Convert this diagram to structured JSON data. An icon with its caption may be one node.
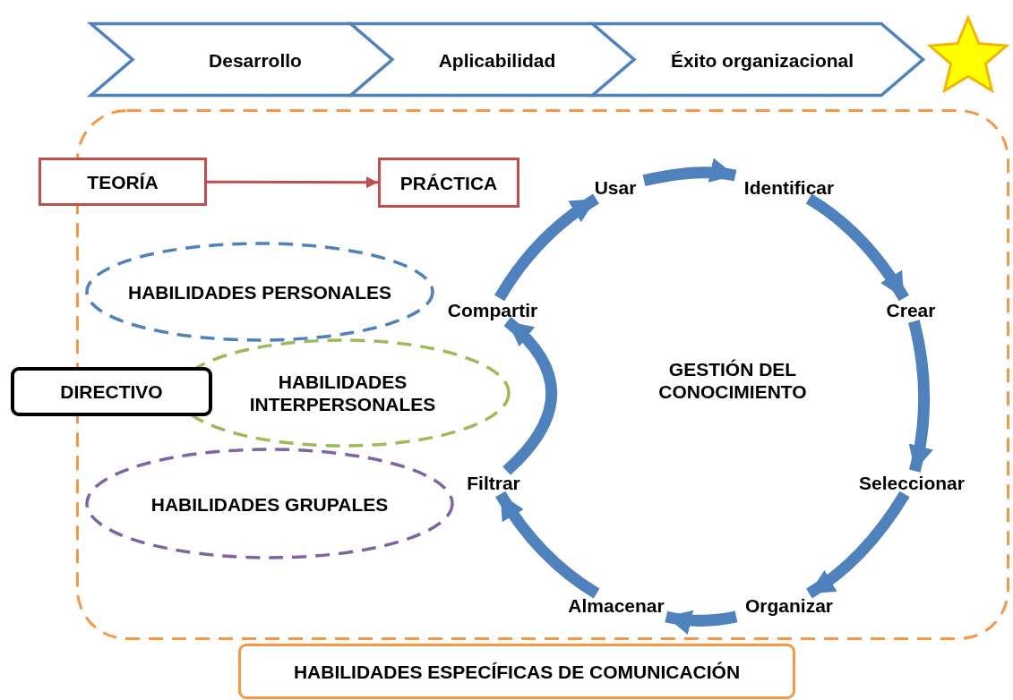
{
  "diagram": {
    "nodes": [
      {
        "text": [
          "Desarrollo"
        ]
      },
      {
        "text": [
          "Aplicabilidad"
        ]
      },
      {
        "text": [
          "Éxito organizacional"
        ]
      },
      {
        "text": [],
        "shape": "star"
      },
      {
        "text": [],
        "shape": "box"
      },
      {
        "text": [
          "TEORÍA"
        ],
        "in": 4
      },
      {
        "text": [
          "PRÁCTICA"
        ],
        "in": 4
      },
      {
        "text": [
          "HABILIDADES PERSONALES"
        ],
        "in": 4
      },
      {
        "text": [
          "HABILIDADES INTERPERSONALES"
        ],
        "in": 4
      },
      {
        "text": [
          "DIRECTIVO"
        ]
      },
      {
        "text": [
          "HABILIDADES GRUPALES"
        ],
        "in": 4
      },
      {
        "text": [
          "Usar"
        ],
        "in": 4
      },
      {
        "text": [
          "Identificar"
        ],
        "in": 4
      },
      {
        "text": [
          "Crear"
        ],
        "in": 4
      },
      {
        "text": [
          "Seleccionar"
        ],
        "in": 4
      },
      {
        "text": [
          "Organizar"
        ],
        "in": 4
      },
      {
        "text": [
          "Almacenar"
        ],
        "in": 4
      },
      {
        "text": [
          "Filtrar"
        ],
        "in": 4
      },
      {
        "text": [
          "Compartir"
        ],
        "in": 4
      },
      {
        "text": [
          "HABILIDADES ESPECÍFICAS DE COMUNICACIÓN"
        ]
      }
    ],
    "edges": [
      {
        "from": 5,
        "to": 6,
        "arrow": "to",
        "color": "#c0504d"
      },
      {
        "from": 11,
        "to": 12,
        "arrow": "to"
      },
      {
        "from": 12,
        "to": 13,
        "arrow": "to"
      },
      {
        "from": 13,
        "to": 14,
        "arrow": "to"
      },
      {
        "from": 14,
        "to": 15,
        "arrow": "to"
      },
      {
        "from": 15,
        "to": 16,
        "arrow": "to"
      },
      {
        "from": 16,
        "to": 17,
        "arrow": "to"
      },
      {
        "from": 17,
        "to": 18,
        "arrow": "to"
      },
      {
        "from": 18,
        "to": 11,
        "arrow": "to"
      }
    ],
    "labels": [
      "GESTIÓN DEL CONOCIMIENTO"
    ]
  }
}
